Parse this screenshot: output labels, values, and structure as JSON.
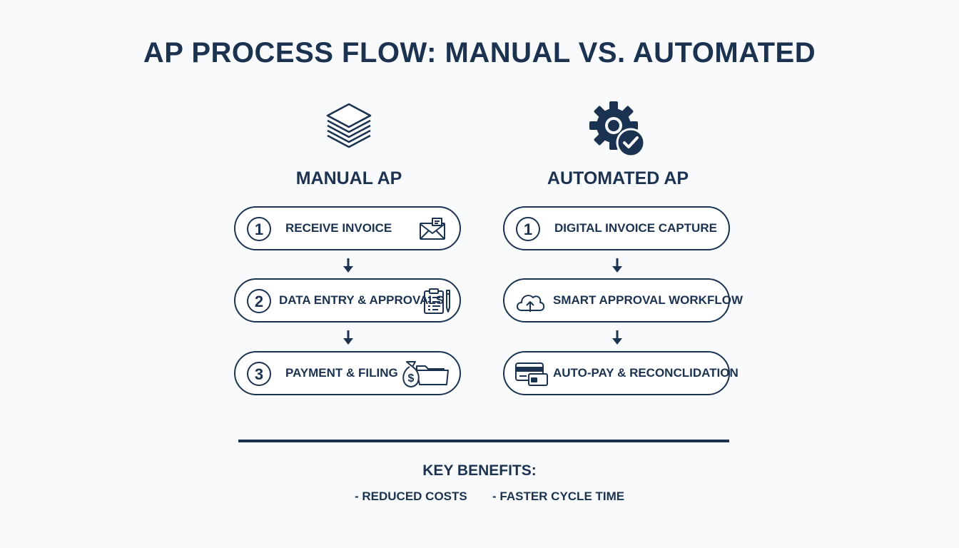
{
  "title": "AP PROCESS FLOW: MANUAL VS. AUTOMATED",
  "colors": {
    "primary": "#1b3350",
    "background": "#f9fafb"
  },
  "manual": {
    "icon": "paper-stack-icon",
    "title": "MANUAL AP",
    "steps": [
      {
        "number": "1",
        "label": "RECEIVE INVOICE",
        "icon": "envelope-icon"
      },
      {
        "number": "2",
        "label": "DATA ENTRY & APPROVALS",
        "icon": "clipboard-pen-icon"
      },
      {
        "number": "3",
        "label": "PAYMENT & FILING",
        "icon": "money-bag-folder-icon"
      }
    ]
  },
  "automated": {
    "icon": "gear-check-icon",
    "title": "AUTOMATED AP",
    "steps": [
      {
        "number": "1",
        "label": "DIGITAL INVOICE CAPTURE"
      },
      {
        "label": "SMART APPROVAL WORKFLOW",
        "icon": "cloud-upload-icon"
      },
      {
        "label": "AUTO-PAY & RECONCLIDATION",
        "icon": "credit-cards-icon"
      }
    ]
  },
  "benefits": {
    "title": "KEY BENEFITS:",
    "items": [
      "- REDUCED COSTS",
      "- FASTER CYCLE TIME"
    ]
  }
}
